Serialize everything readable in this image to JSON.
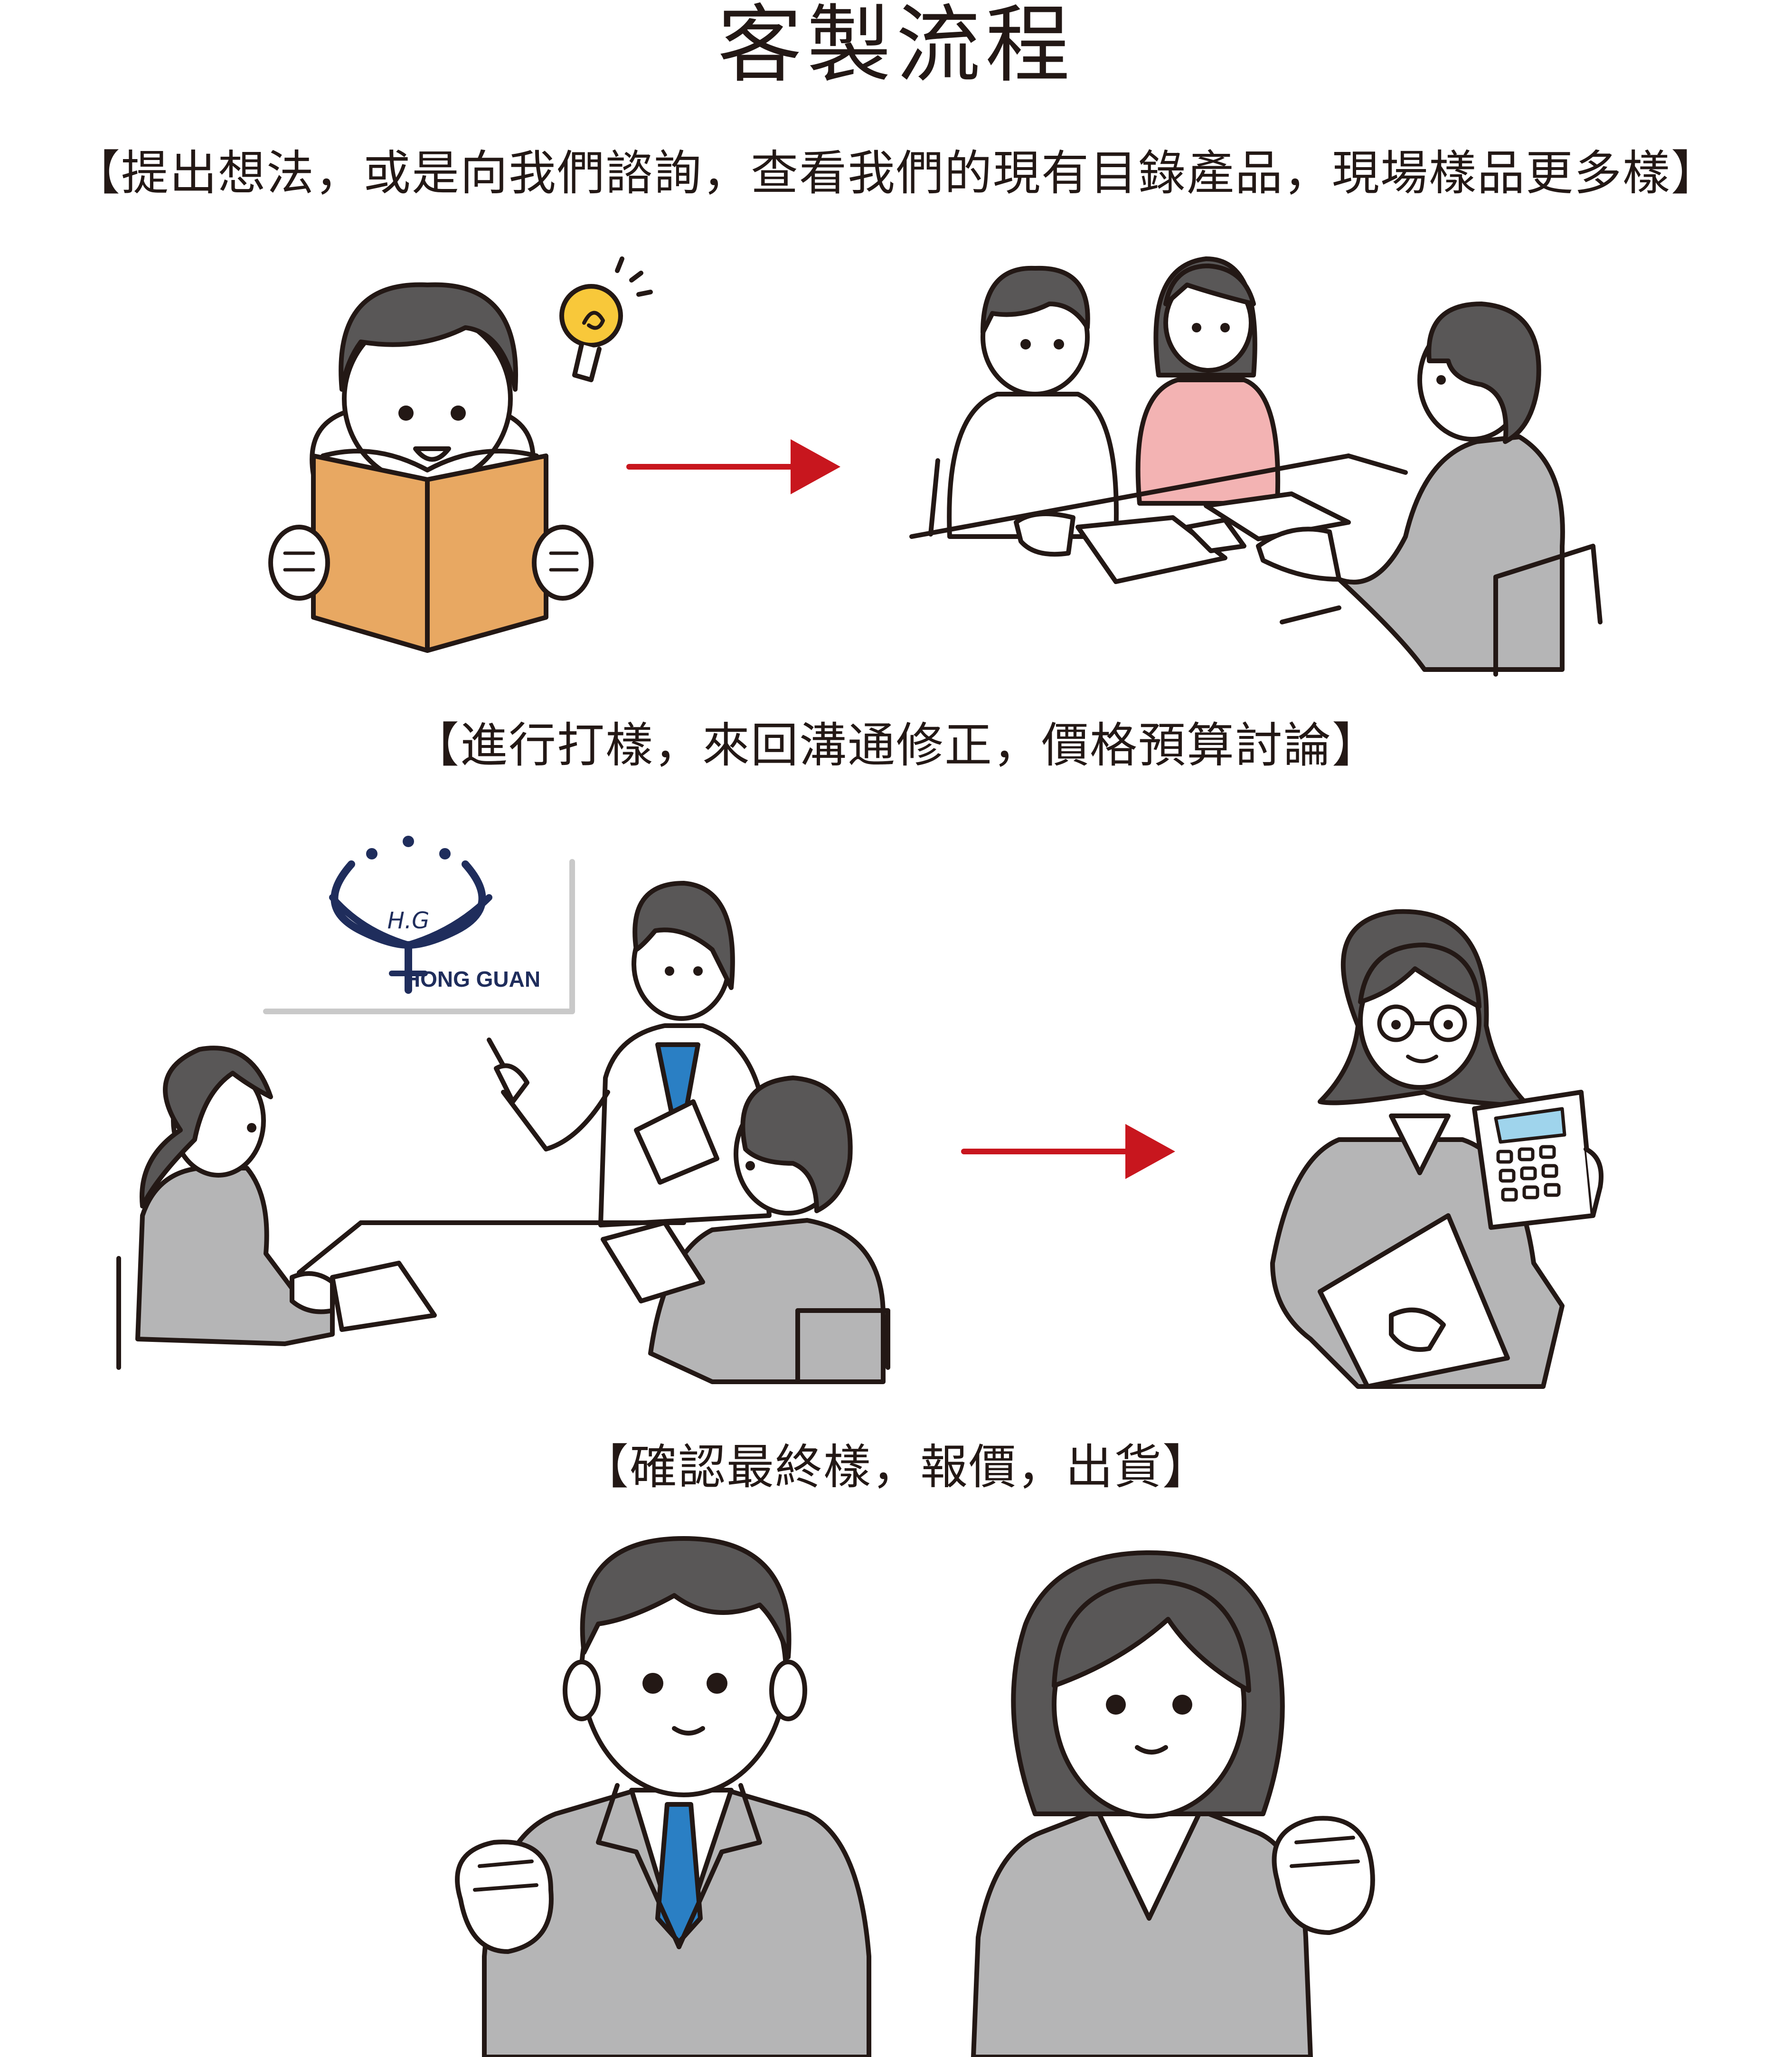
{
  "title": "客製流程",
  "steps": [
    {
      "caption": "【提出想法，或是向我們諮詢，查看我們的現有目錄產品，現場樣品更多樣】"
    },
    {
      "caption": "【進行打樣，來回溝通修正，價格預算討論】"
    },
    {
      "caption": "【確認最終樣，報價，出貨】"
    }
  ],
  "logo": {
    "initials": "H.G",
    "name": "HONG GUAN"
  },
  "colors": {
    "arrow": "#c8161e",
    "hair": "#595757",
    "suit": "#b5b5b6",
    "book": "#e8a862",
    "bulb": "#f8c83a",
    "pink": "#f3b3b3",
    "blue": "#2a7fc4",
    "logo": "#1f2d5c",
    "outline": "#231815"
  },
  "icons": [
    "lightbulb-icon",
    "right-arrow-icon",
    "calculator-icon"
  ]
}
